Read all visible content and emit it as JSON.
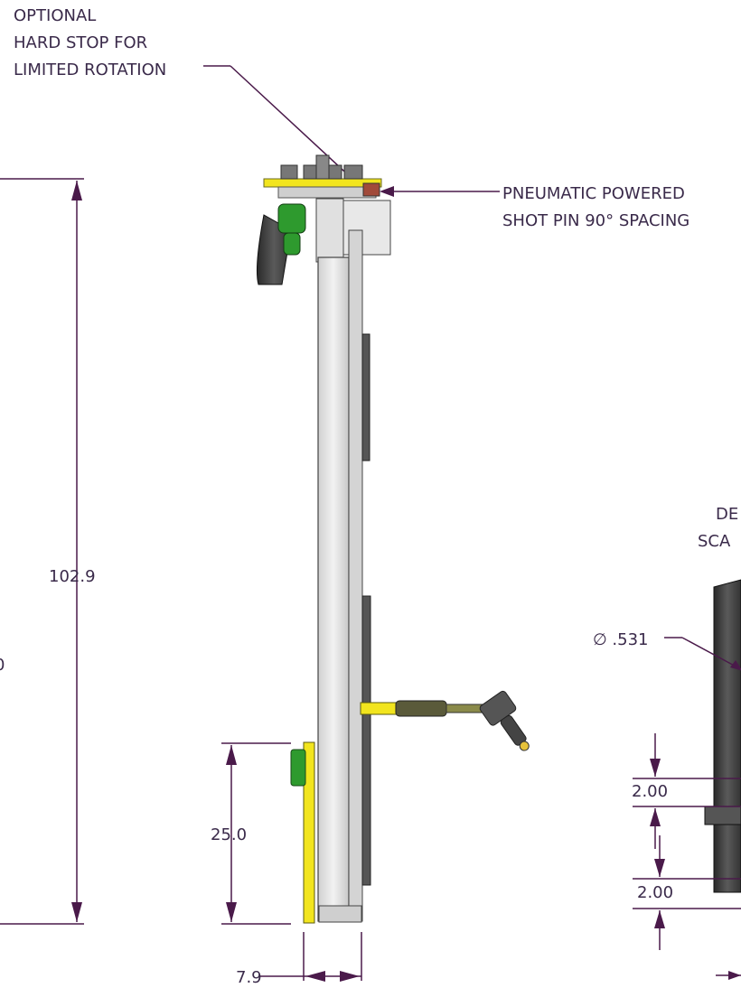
{
  "notes": {
    "hard_stop": [
      "OPTIONAL",
      "HARD STOP FOR",
      "LIMITED ROTATION"
    ],
    "shot_pin": [
      "PNEUMATIC POWERED",
      "SHOT PIN 90° SPACING"
    ],
    "detail": [
      "DE",
      "SCA"
    ]
  },
  "dimensions": {
    "overall_height": "102.9",
    "lower_height": "25.0",
    "base_width": "7.9",
    "left_partial": "0",
    "diameter": "∅ .531",
    "detail_upper": "2.00",
    "detail_lower": "2.00"
  },
  "colors": {
    "dimension_line": "#4a1a4a",
    "column": "#e4e4e4",
    "yellow_part": "#f2e51e",
    "green_part": "#2e9a2e",
    "dark_part": "#444444"
  }
}
